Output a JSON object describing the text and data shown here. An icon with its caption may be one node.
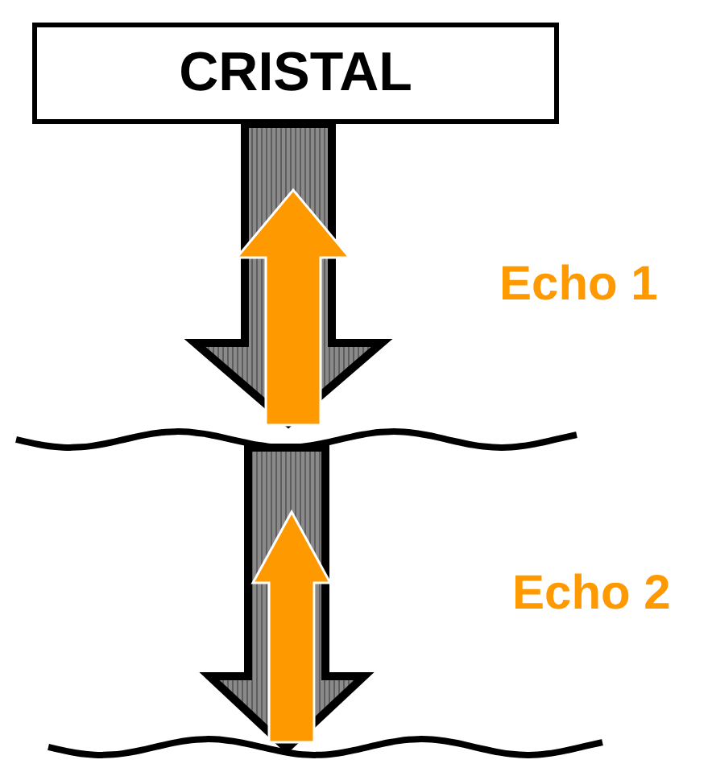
{
  "diagram": {
    "nodes": [
      {
        "text": [
          "CRISTAL"
        ]
      },
      {
        "text": [],
        "shape": "line"
      },
      {
        "text": [],
        "shape": "line"
      }
    ],
    "edges": [
      {
        "from": 0,
        "to": 1,
        "arrow": "to"
      },
      {
        "from": 1,
        "to": 2,
        "arrow": "to"
      },
      {
        "from": 1,
        "to": 0,
        "arrow": "to",
        "color": "#ff9900"
      },
      {
        "from": 2,
        "to": 1,
        "arrow": "to",
        "color": "#ff9900"
      }
    ],
    "labels": [
      "Echo 1",
      "Echo 2"
    ]
  }
}
